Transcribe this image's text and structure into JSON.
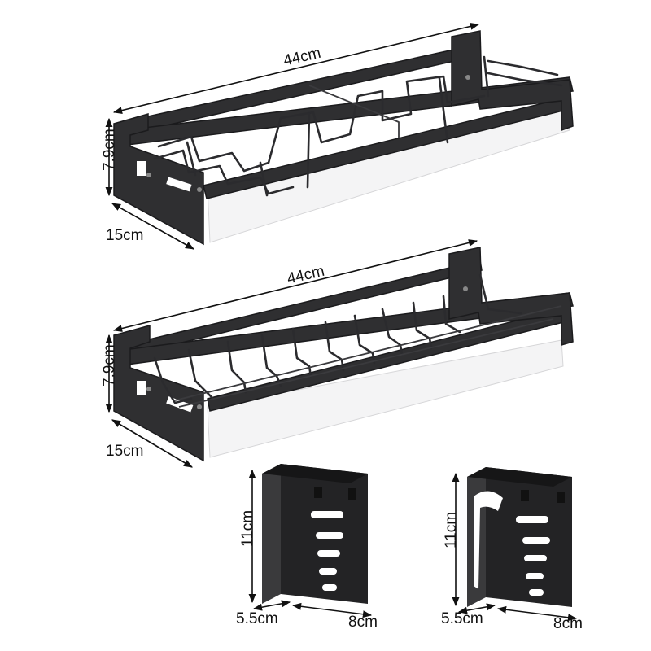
{
  "image": {
    "background": "#ffffff",
    "product_color": "#2f2f31",
    "tray_color": "#f4f4f5"
  },
  "dimensions": {
    "shelf_top": {
      "length": "44cm",
      "height": "7.9cm",
      "depth": "15cm"
    },
    "shelf_bottom": {
      "length": "44cm",
      "height": "7.9cm",
      "depth": "15cm"
    },
    "knife_holder": {
      "height": "11cm",
      "width": "8cm",
      "depth": "5.5cm"
    },
    "utensil_holder": {
      "height": "11cm",
      "width": "8cm",
      "depth": "5.5cm"
    }
  }
}
